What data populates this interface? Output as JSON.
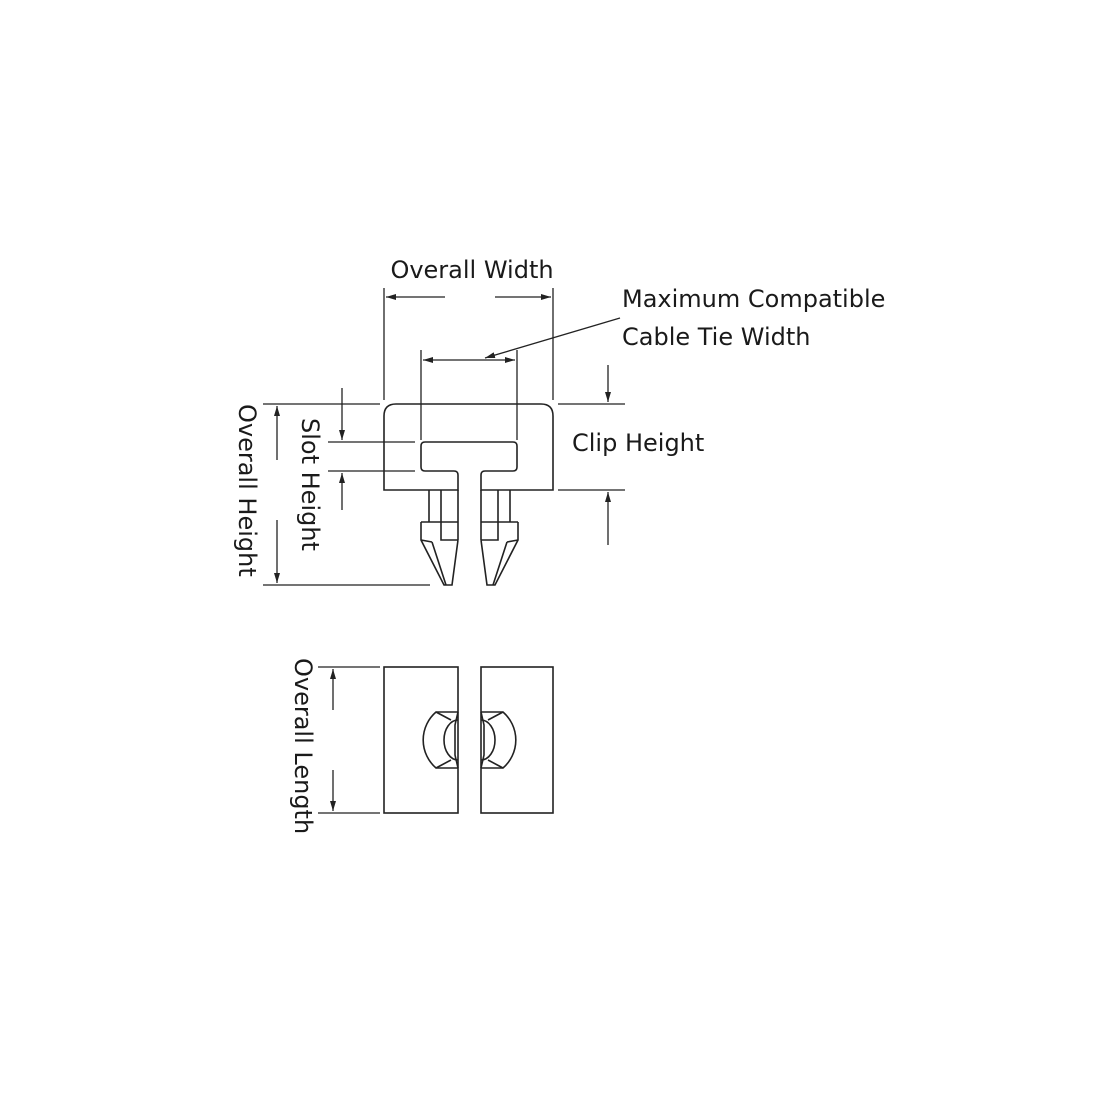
{
  "labels": {
    "overall_width": "Overall Width",
    "max_tie_line1": "Maximum Compatible",
    "max_tie_line2": "Cable Tie Width",
    "clip_height": "Clip Height",
    "slot_height": "Slot Height",
    "overall_height": "Overall Height",
    "overall_length": "Overall Length"
  },
  "colors": {
    "line": "#222222",
    "background": "#ffffff"
  }
}
